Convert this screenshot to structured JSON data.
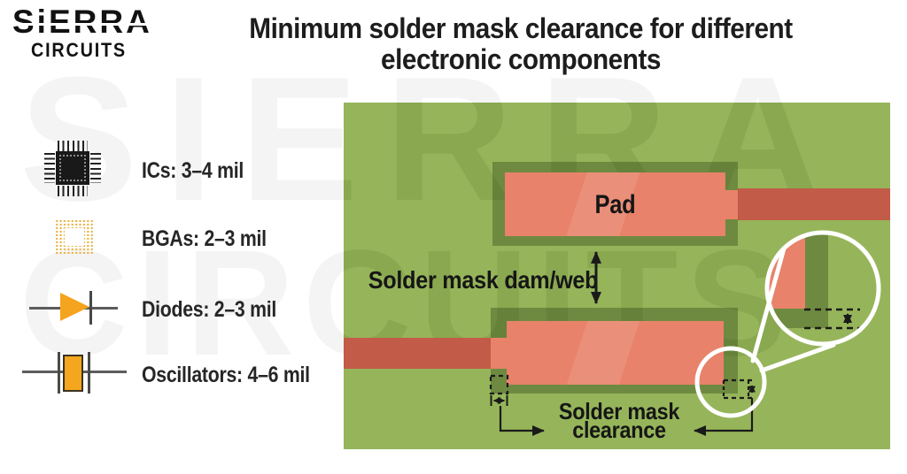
{
  "logo": {
    "name": "SiERRA",
    "sub": "CIRCUITS"
  },
  "title": {
    "line1": "Minimum solder mask clearance for different",
    "line2": "electronic components"
  },
  "legend": {
    "items": [
      {
        "icon": "ic-chip-icon",
        "label": "ICs: 3–4 mil"
      },
      {
        "icon": "bga-icon",
        "label": "BGAs: 2–3 mil"
      },
      {
        "icon": "diode-icon",
        "label": "Diodes: 2–3 mil"
      },
      {
        "icon": "oscillator-icon",
        "label": "Oscillators: 4–6 mil"
      }
    ]
  },
  "pcb": {
    "pad_label": "Pad",
    "dam_web_label": "Solder mask dam/web",
    "clearance_line1": "Solder mask",
    "clearance_line2": "clearance"
  },
  "watermark": {
    "line1": "SIERRA",
    "line2": "CIRCUITS"
  },
  "colors": {
    "pcb_green": "#96b55a",
    "mask_opening_green": "#79904d",
    "pad_salmon": "#e8826a",
    "trace_red": "#c25b47",
    "icon_orange": "#f5a41f",
    "bga_gold": "#e7b54b",
    "text_dark": "#1d1d1d"
  }
}
